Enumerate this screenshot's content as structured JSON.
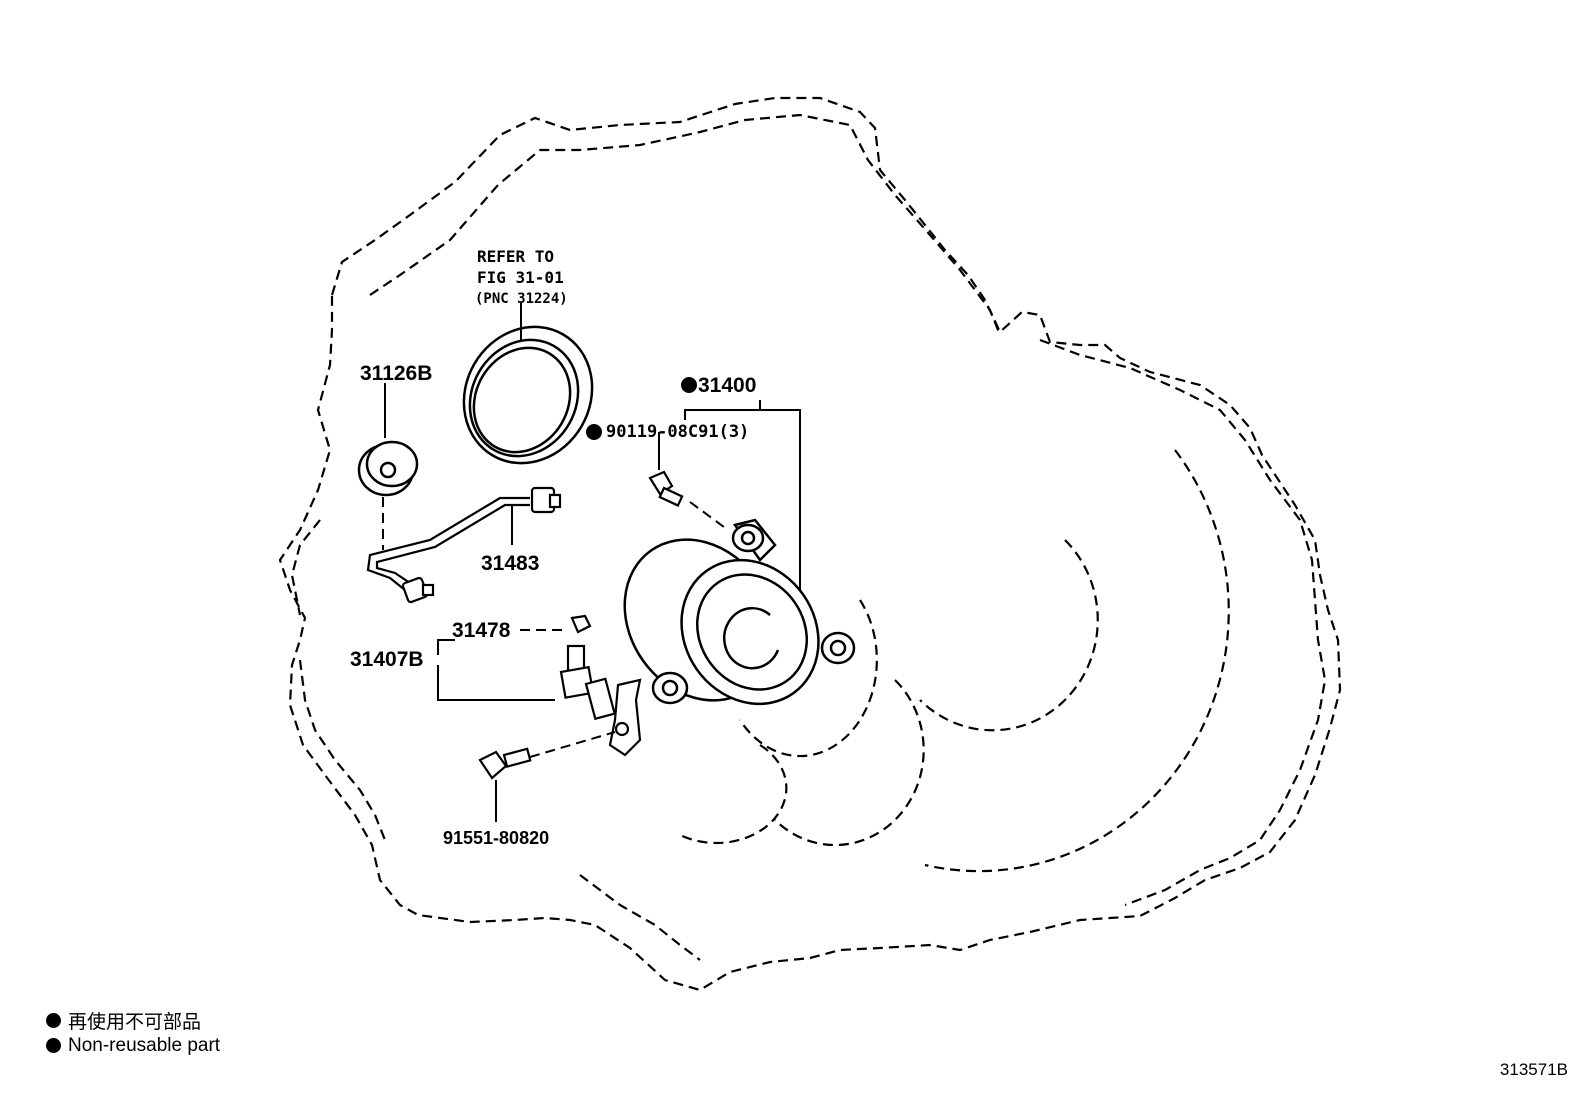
{
  "refer_note": {
    "line1": "REFER TO",
    "line2": "FIG 31-01",
    "line3": "(PNC 31224)"
  },
  "parts": {
    "p31126B": "31126B",
    "p31483": "31483",
    "p31400": "31400",
    "p90119": "90119-08C91(3)",
    "p31478": "31478",
    "p31407B": "31407B",
    "p91551": "91551-80820"
  },
  "legend": {
    "jp": "再使用不可部品",
    "en": "Non-reusable part"
  },
  "figure_code": "313571B"
}
